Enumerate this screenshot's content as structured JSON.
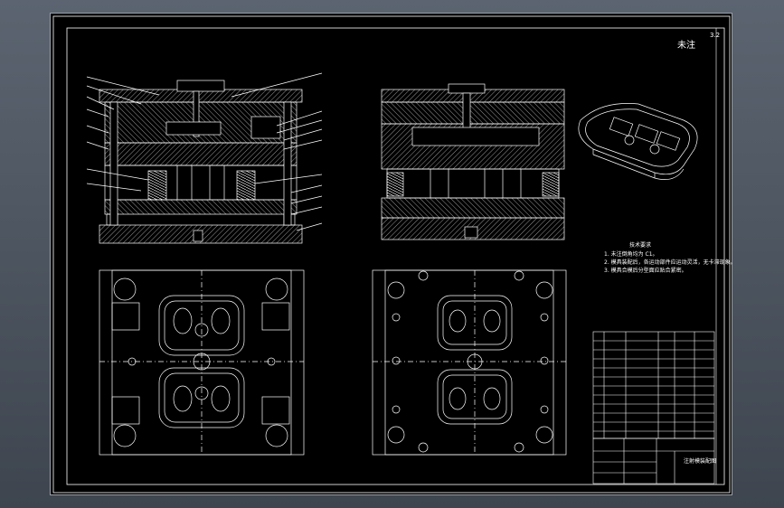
{
  "drawing": {
    "corner_note": "未注",
    "roughness": "3.2",
    "tech_notes_title": "技术要求",
    "tech_notes": [
      "1. 未注倒角均为 C1。",
      "2. 模具装配后，各运动部件应运动灵活，无卡滞现象。",
      "3. 模具合模后分型面应贴合紧密。"
    ],
    "sheet_label": "注射模装配图"
  },
  "colors": {
    "background": "#000000",
    "line": "#ffffff",
    "frame": "#d0d0d0",
    "titlebar": "#4c5460"
  }
}
